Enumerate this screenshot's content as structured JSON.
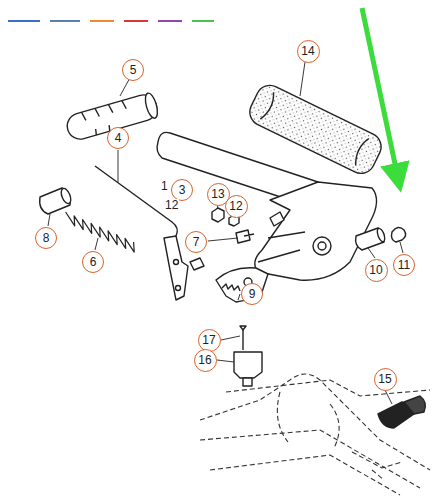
{
  "diagram": {
    "nodes": [
      {
        "text": [
          "5"
        ]
      },
      {
        "text": [
          "14"
        ]
      },
      {
        "text": [
          "4"
        ]
      },
      {
        "text": [
          "3"
        ]
      },
      {
        "text": [
          "13"
        ]
      },
      {
        "text": [
          "12"
        ]
      },
      {
        "text": [
          "8"
        ]
      },
      {
        "text": [
          "6"
        ]
      },
      {
        "text": [
          "7"
        ]
      },
      {
        "text": [
          "10"
        ]
      },
      {
        "text": [
          "11"
        ]
      },
      {
        "text": [
          "9"
        ]
      },
      {
        "text": [
          "17"
        ]
      },
      {
        "text": [
          "16"
        ]
      },
      {
        "text": [
          "15"
        ]
      }
    ],
    "labels": [
      "1",
      "12"
    ]
  }
}
